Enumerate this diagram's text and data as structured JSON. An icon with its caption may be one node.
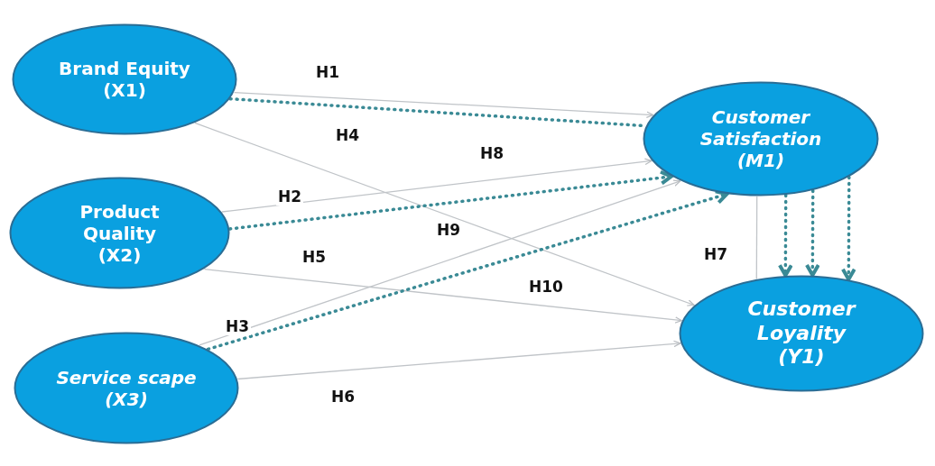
{
  "diagram": {
    "nodes": [
      {
        "text": [
          "Brand Equity",
          "(X1)"
        ]
      },
      {
        "text": [
          "Product Quality",
          "(X2)"
        ]
      },
      {
        "text": [
          "Service scape",
          "(X3)"
        ]
      },
      {
        "text": [
          "Customer Satisfaction",
          "(M1)"
        ]
      },
      {
        "text": [
          "Customer Loyality",
          "(Y1)"
        ]
      }
    ],
    "edges": [
      {
        "from": 0,
        "to": 3,
        "arrow": "to"
      },
      {
        "from": 0,
        "to": 4,
        "arrow": "to"
      },
      {
        "from": 1,
        "to": 3,
        "arrow": "to"
      },
      {
        "from": 1,
        "to": 4,
        "arrow": "to"
      },
      {
        "from": 2,
        "to": 3,
        "arrow": "to"
      },
      {
        "from": 2,
        "to": 4,
        "arrow": "to"
      },
      {
        "from": 3,
        "to": 4,
        "arrow": "none"
      },
      {
        "from": 0,
        "to": 3,
        "arrow": "none",
        "style": "dashed",
        "color": "#3a8a95"
      },
      {
        "from": 1,
        "to": 3,
        "arrow": "to",
        "style": "dashed",
        "color": "#3a8a95"
      },
      {
        "from": 2,
        "to": 3,
        "arrow": "to",
        "style": "dashed",
        "color": "#3a8a95"
      },
      {
        "from": 3,
        "to": 4,
        "arrow": "to",
        "style": "dashed",
        "color": "#3a8a95"
      },
      {
        "from": 3,
        "to": 4,
        "arrow": "to",
        "style": "dashed",
        "color": "#3a8a95"
      },
      {
        "from": 3,
        "to": 4,
        "arrow": "to",
        "style": "dashed",
        "color": "#3a8a95"
      }
    ],
    "labels": [
      "H1",
      "H4",
      "H8",
      "H2",
      "H9",
      "H7",
      "H5",
      "H10",
      "H3",
      "H6"
    ]
  }
}
